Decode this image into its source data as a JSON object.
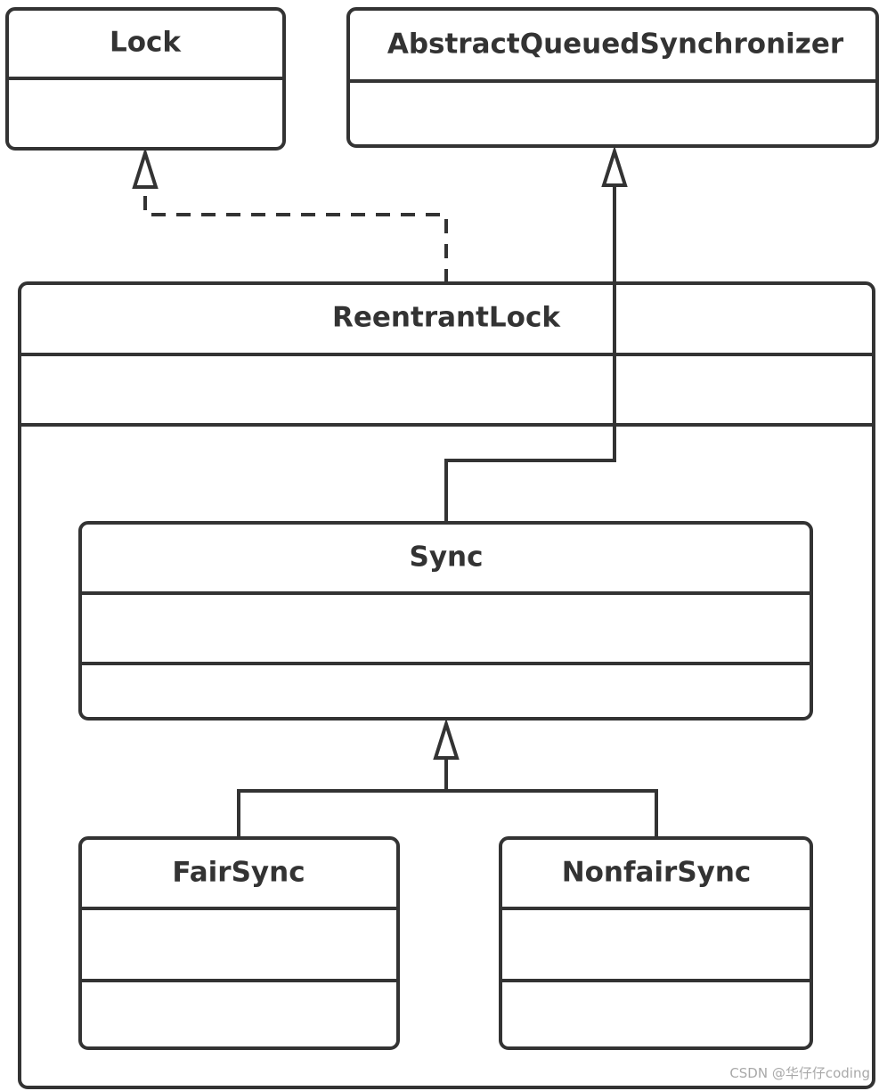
{
  "classes": {
    "lock": "Lock",
    "aqs": "AbstractQueuedSynchronizer",
    "reentrant_lock": "ReentrantLock",
    "sync": "Sync",
    "fair_sync": "FairSync",
    "nonfair_sync": "NonfairSync"
  },
  "relationships": [
    {
      "from": "ReentrantLock",
      "to": "Lock",
      "type": "realization",
      "style": "dashed"
    },
    {
      "from": "Sync",
      "to": "AbstractQueuedSynchronizer",
      "type": "generalization",
      "style": "solid"
    },
    {
      "from": "FairSync",
      "to": "Sync",
      "type": "generalization",
      "style": "solid"
    },
    {
      "from": "NonfairSync",
      "to": "Sync",
      "type": "generalization",
      "style": "solid"
    }
  ],
  "colors": {
    "stroke": "#333333",
    "background": "#ffffff"
  },
  "watermark": "CSDN @华仔仔coding"
}
